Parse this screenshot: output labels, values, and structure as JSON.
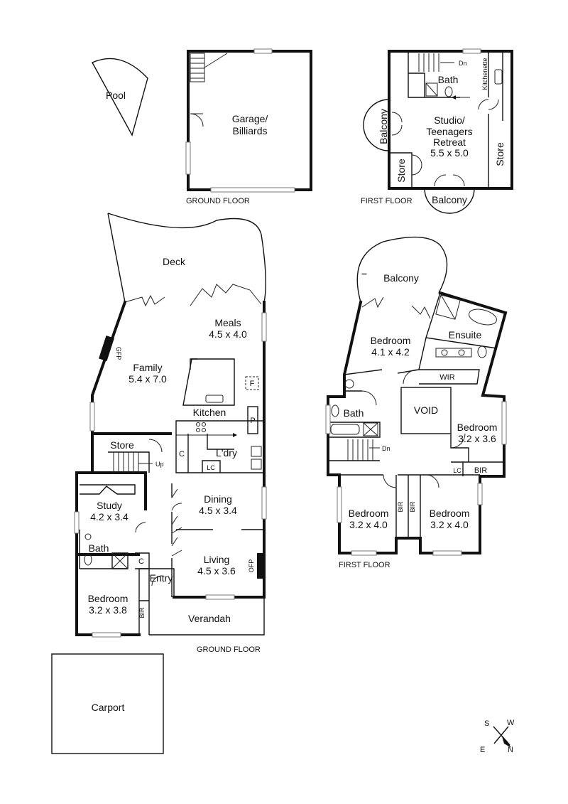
{
  "outbuildings": {
    "pool": "Pool",
    "garage_line1": "Garage/",
    "garage_line2": "Billiards",
    "garage_caption": "GROUND FLOOR",
    "carport": "Carport"
  },
  "studio": {
    "bath": "Bath",
    "kitchenette": "Kitchenette",
    "dn": "Dn",
    "balcony_side": "Balcony",
    "name_line1": "Studio/",
    "name_line2": "Teenagers",
    "name_line3": "Retreat",
    "size": "5.5 x 5.0",
    "store_left": "Store",
    "store_right": "Store",
    "balcony_bottom": "Balcony",
    "caption": "FIRST FLOOR"
  },
  "ground": {
    "deck": "Deck",
    "meals": "Meals",
    "meals_size": "4.5 x 4.0",
    "family": "Family",
    "family_size": "5.4 x 7.0",
    "gfp": "GFP",
    "kitchen": "Kitchen",
    "f": "F",
    "p": "P",
    "store": "Store",
    "up": "Up",
    "c1": "C",
    "laundry": "L'dry",
    "lc": "LC",
    "study": "Study",
    "study_size": "4.2 x 3.4",
    "dining": "Dining",
    "dining_size": "4.5 x 3.4",
    "bath": "Bath",
    "c2": "C",
    "living": "Living",
    "living_size": "4.5 x 3.6",
    "ofp": "OFP",
    "entry": "Entry",
    "bedroom": "Bedroom",
    "bedroom_size": "3.2 x 3.8",
    "bir": "BIR",
    "verandah": "Verandah",
    "caption": "GROUND FLOOR"
  },
  "first": {
    "balcony": "Balcony",
    "bedroom1": "Bedroom",
    "bedroom1_size": "4.1 x 4.2",
    "ensuite": "Ensuite",
    "wir": "WIR",
    "void": "VOID",
    "bath": "Bath",
    "bedroom2": "Bedroom",
    "bedroom2_size": "3.2 x 3.6",
    "dn": "Dn",
    "lc": "LC",
    "bir_right": "BIR",
    "bedroom3": "Bedroom",
    "bedroom3_size": "3.2 x 4.0",
    "bir_a": "BIR",
    "bir_b": "BIR",
    "bedroom4": "Bedroom",
    "bedroom4_size": "3.2 x 4.0",
    "caption": "FIRST FLOOR"
  },
  "compass": {
    "s": "S",
    "w": "W",
    "e": "E",
    "n": "N"
  }
}
